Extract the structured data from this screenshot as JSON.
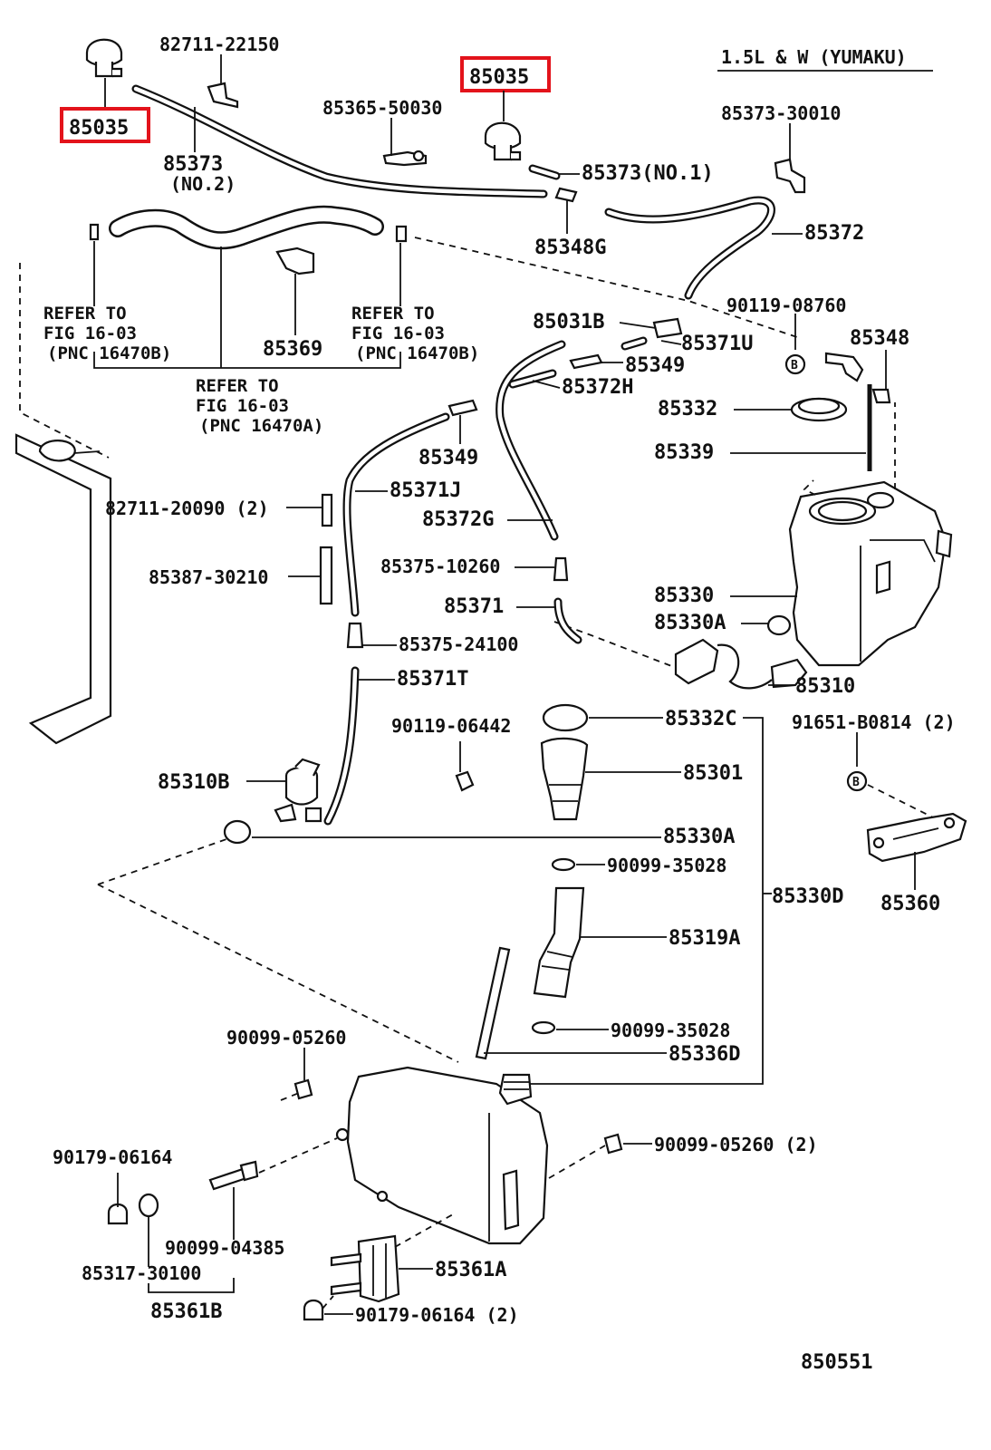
{
  "header": {
    "variant_note": "1.5L & W (YUMAKU)",
    "figure_number": "850551"
  },
  "highlight_color": "#e3131b",
  "highlighted_labels": {
    "nozzle_left": "85035",
    "nozzle_right": "85035"
  },
  "labels": {
    "l01": "82711-22150",
    "l02": "85373",
    "l03": "(NO.2)",
    "l04": "85365-50030",
    "l05": "85373(NO.1)",
    "l06": "85373-30010",
    "l07": "85348G",
    "l08": "85372",
    "l09": "85369",
    "l10": "90119-08760",
    "l11": "85031B",
    "l12": "85371U",
    "l13": "85348",
    "l14": "85349",
    "l15": "85372H",
    "l16": "85332",
    "l17": "85339",
    "l18": "85349",
    "l19": "85371J",
    "l20": "82711-20090 (2)",
    "l21": "85372G",
    "l22": "85387-30210",
    "l23": "85375-10260",
    "l24": "85330",
    "l25": "85371",
    "l26": "85330A",
    "l27": "85375-24100",
    "l28": "85310",
    "l29": "85371T",
    "l30": "85332C",
    "l31": "91651-B0814 (2)",
    "l32": "90119-06442",
    "l33": "85310B",
    "l34": "85301",
    "l35": "85330A",
    "l36": "90099-35028",
    "l37": "85330D",
    "l38": "85360",
    "l39": "85319A",
    "l40": "90099-35028",
    "l41": "90099-05260",
    "l42": "85336D",
    "l43": "90099-05260 (2)",
    "l44": "90179-06164",
    "l45": "90099-04385",
    "l46": "85317-30100",
    "l47": "85361A",
    "l48": "85361B",
    "l49": "90179-06164 (2)"
  },
  "references": {
    "left": {
      "line1": "REFER TO",
      "line2": "FIG 16-03",
      "line3": "(PNC 16470B)"
    },
    "middle": {
      "line1": "REFER TO",
      "line2": "FIG 16-03",
      "line3": "(PNC 16470B)"
    },
    "lower": {
      "line1": "REFER TO",
      "line2": "FIG 16-03",
      "line3": "(PNC 16470A)"
    }
  },
  "callout_symbols": {
    "b1": "B",
    "b2": "B"
  }
}
